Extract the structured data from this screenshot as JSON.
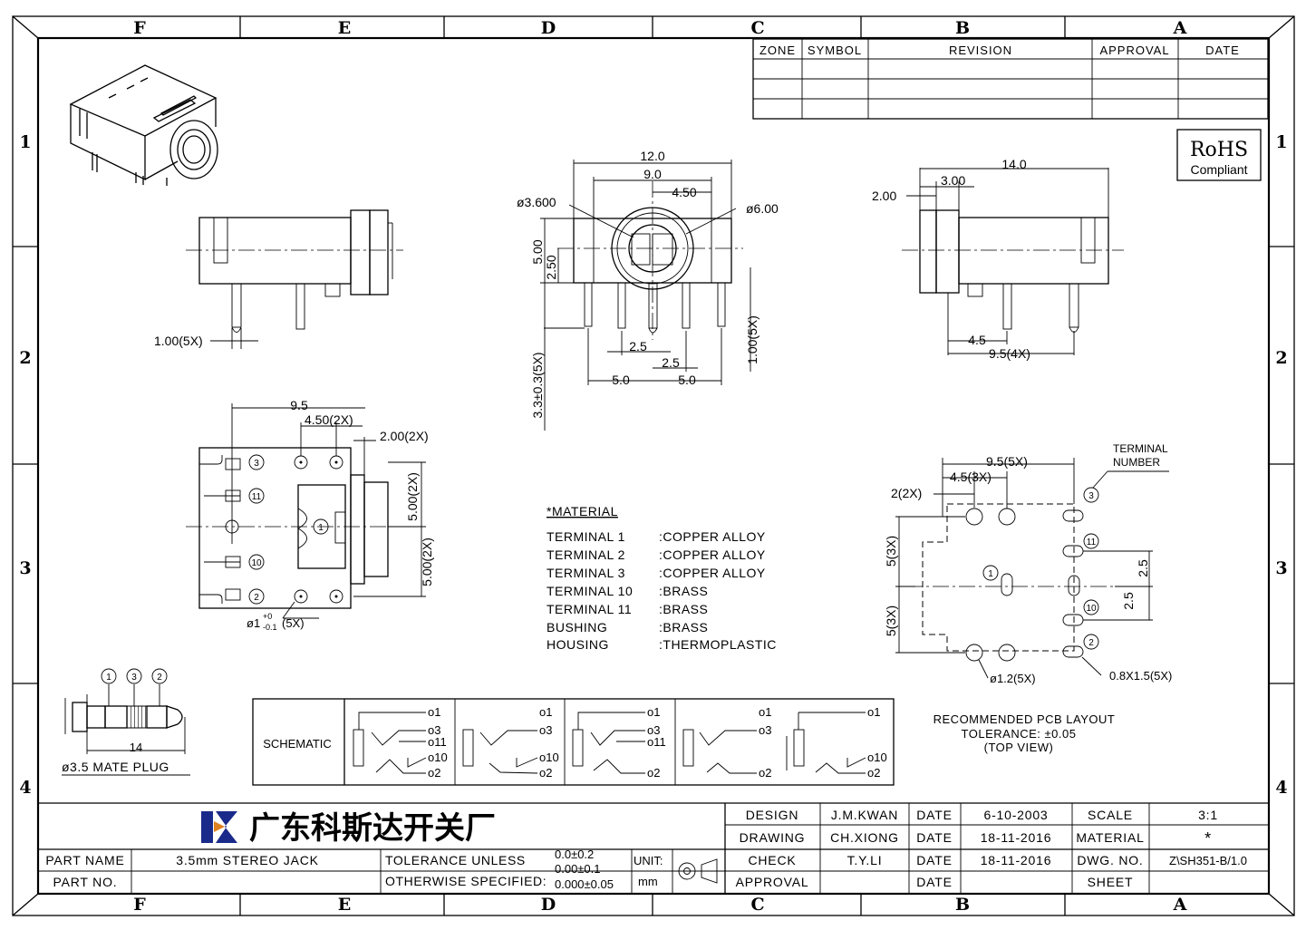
{
  "border": {
    "columns": [
      "F",
      "E",
      "D",
      "C",
      "B",
      "A"
    ],
    "rows": [
      "1",
      "2",
      "3",
      "4"
    ]
  },
  "revision_table": {
    "headers": [
      "ZONE",
      "SYMBOL",
      "REVISION",
      "APPROVAL",
      "DATE"
    ]
  },
  "rohs": {
    "line1": "RoHS",
    "line2": "Compliant"
  },
  "dims": {
    "side_left_pin": "1.00(5X)",
    "front_w12": "12.0",
    "front_w9": "9.0",
    "front_w45": "4.50",
    "front_d36": "ø3.600",
    "front_d6": "ø6.00",
    "front_h5": "5.00",
    "front_h25": "2.50",
    "front_p25a": "2.5",
    "front_p25b": "2.5",
    "front_p5a": "5.0",
    "front_p5b": "5.0",
    "front_pin_len": "3.3±0.3(5X)",
    "front_pin_w": "1.00(5X)",
    "right_w14": "14.0",
    "right_w3": "3.00",
    "right_w2": "2.00",
    "right_p45": "4.5",
    "right_p95": "9.5(4X)",
    "top_95": "9.5",
    "top_45": "4.50(2X)",
    "top_2": "2.00(2X)",
    "top_5a": "5.00(2X)",
    "top_5b": "5.00(2X)",
    "top_hole": "ø1",
    "top_hole_tol_up": "+0",
    "top_hole_tol_dn": "-0.1",
    "top_hole_n": "(5X)",
    "pcb_95": "9.5(5X)",
    "pcb_45": "4.5(3X)",
    "pcb_2": "2(2X)",
    "pcb_5a": "5(3X)",
    "pcb_5b": "5(3X)",
    "pcb_25a": "2.5",
    "pcb_25b": "2.5",
    "pcb_hole": "ø1.2(5X)",
    "pcb_slot": "0.8X1.5(5X)",
    "pcb_term_1": "TERMINAL",
    "pcb_term_2": "NUMBER",
    "plug_len": "14"
  },
  "terminals": [
    "1",
    "2",
    "3",
    "10",
    "11"
  ],
  "material": {
    "title": "*MATERIAL",
    "rows": [
      {
        "part": "TERMINAL  1",
        "mat": ":COPPER  ALLOY"
      },
      {
        "part": "TERMINAL  2",
        "mat": ":COPPER  ALLOY"
      },
      {
        "part": "TERMINAL  3",
        "mat": ":COPPER  ALLOY"
      },
      {
        "part": "TERMINAL  10",
        "mat": ":BRASS"
      },
      {
        "part": "TERMINAL  11",
        "mat": ":BRASS"
      },
      {
        "part": "BUSHING",
        "mat": ":BRASS"
      },
      {
        "part": "HOUSING",
        "mat": ":THERMOPLASTIC"
      }
    ]
  },
  "plug": {
    "label": "ø3.5 MATE PLUG"
  },
  "schematic": {
    "label": "SCHEMATIC",
    "p1": [
      "o1",
      "o3",
      "o11",
      "o10",
      "o2"
    ],
    "p2": [
      "o1",
      "o3",
      "o10",
      "o2"
    ],
    "p3": [
      "o1",
      "o3",
      "o11",
      "o2"
    ],
    "p4a": [
      "o1",
      "o3",
      "o2"
    ],
    "p4b": [
      "o1",
      "o10",
      "o2"
    ]
  },
  "pcb_note": [
    "RECOMMENDED PCB LAYOUT",
    "TOLERANCE: ±0.05",
    "(TOP VIEW)"
  ],
  "title_block": {
    "company": "广东科斯达开关厂",
    "design_label": "DESIGN",
    "design_name": "J.M.KWAN",
    "drawing_label": "DRAWING",
    "drawing_name": "CH.XIONG",
    "check_label": "CHECK",
    "check_name": "T.Y.LI",
    "approval_label": "APPROVAL",
    "date_label": "DATE",
    "date1": "6-10-2003",
    "date2": "18-11-2016",
    "date3": "18-11-2016",
    "scale_label": "SCALE",
    "scale_value": "3:1",
    "material_label": "MATERIAL",
    "material_value": "*",
    "dwg_label": "DWG. NO.",
    "dwg_value": "Z\\SH351-B/1.0",
    "sheet_label": "SHEET",
    "part_name_label": "PART NAME",
    "part_name_value": "3.5mm  STEREO  JACK",
    "part_no_label": "PART NO.",
    "tol_line1": "TOLERANCE  UNLESS",
    "tol_line2": "OTHERWISE  SPECIFIED:",
    "tol_v1": "0.0±0.2",
    "tol_v2": "0.00±0.1",
    "tol_v3": "0.000±0.05",
    "unit_label": "UNIT:",
    "unit_value": "mm"
  }
}
